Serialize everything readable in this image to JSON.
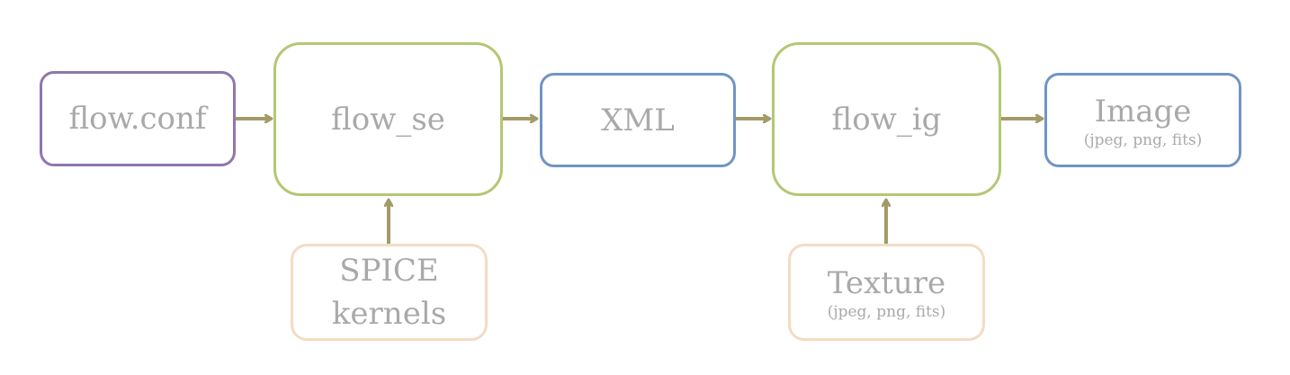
{
  "nodes": {
    "flow_conf": {
      "label": "flow.conf"
    },
    "flow_se": {
      "label": "flow_se"
    },
    "xml": {
      "label": "XML"
    },
    "flow_ig": {
      "label": "flow_ig"
    },
    "image": {
      "label": "Image",
      "sub": "(jpeg, png, fits)"
    },
    "spice": {
      "line1": "SPICE",
      "line2": "kernels"
    },
    "texture": {
      "label": "Texture",
      "sub": "(jpeg, png, fits)"
    }
  },
  "colors": {
    "config": "#8f77ad",
    "process": "#b3c773",
    "data": "#7094c4",
    "input": "#f3dcc2",
    "arrow": "#a49a68",
    "text": "#a9a9a9"
  }
}
